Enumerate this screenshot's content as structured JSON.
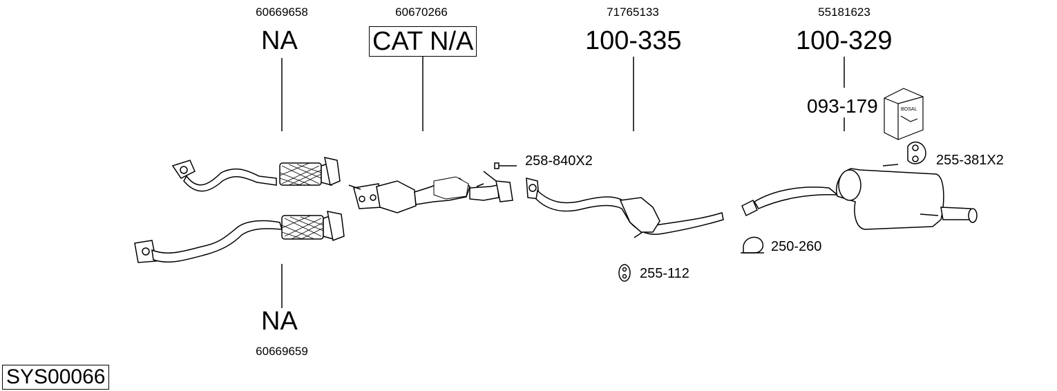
{
  "parts": {
    "front_pipe_upper": {
      "oem": "60669658",
      "ref": "NA"
    },
    "catalyst": {
      "oem": "60670266",
      "ref": "CAT N/A"
    },
    "center_section": {
      "oem": "71765133",
      "ref": "100-335"
    },
    "rear_silencer": {
      "oem": "55181623",
      "ref": "100-329"
    },
    "front_pipe_lower": {
      "oem": "60669659",
      "ref": "NA"
    }
  },
  "accessories": {
    "fitting_kit": "093-179",
    "bolt": "258-840X2",
    "rubber_mount_rear": "255-381X2",
    "rubber_mount_center": "255-112",
    "clamp": "250-260"
  },
  "system_code": "SYS00066",
  "kit_box_text": "BOSAL"
}
